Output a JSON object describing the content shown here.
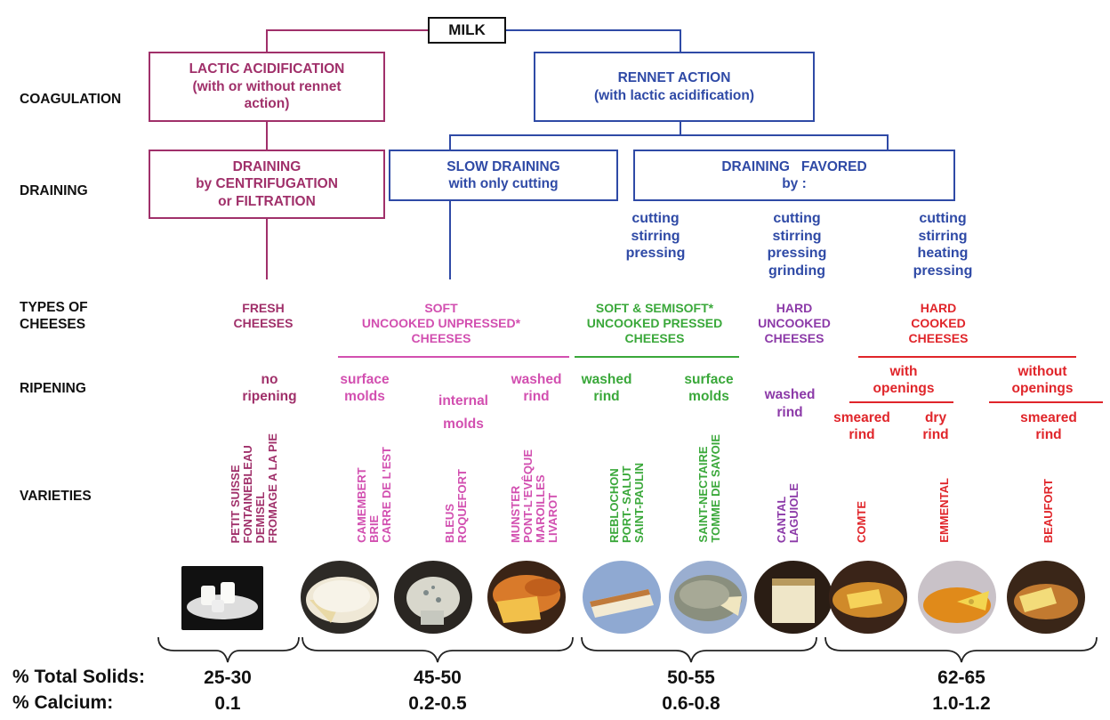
{
  "root": "MILK",
  "row_labels": {
    "coagulation": "COAGULATION",
    "draining": "DRAINING",
    "types": [
      "TYPES OF",
      "CHEESES"
    ],
    "ripening": "RIPENING",
    "varieties": "VARIETIES"
  },
  "coagulation": {
    "lactic": [
      "LACTIC ACIDIFICATION",
      "(with or without rennet",
      "action)"
    ],
    "rennet": [
      "RENNET ACTION",
      "(with lactic acidification)"
    ]
  },
  "draining": {
    "centrifugation": [
      "DRAINING",
      "by CENTRIFUGATION",
      "or FILTRATION"
    ],
    "slow": [
      "SLOW DRAINING",
      "with only cutting"
    ],
    "favored": [
      "DRAINING   FAVORED",
      "by :"
    ],
    "methods": [
      [
        "cutting",
        "stirring",
        "pressing"
      ],
      [
        "cutting",
        "stirring",
        "pressing",
        "grinding"
      ],
      [
        "cutting",
        "stirring",
        "heating",
        "pressing"
      ]
    ]
  },
  "types": {
    "fresh": [
      "FRESH",
      "CHEESES"
    ],
    "soft": [
      "SOFT",
      "UNCOOKED UNPRESSED*",
      "CHEESES"
    ],
    "semisoft": [
      "SOFT & SEMISOFT*",
      "UNCOOKED PRESSED",
      "CHEESES"
    ],
    "hard_uncooked": [
      "HARD",
      "UNCOOKED",
      "CHEESES"
    ],
    "hard_cooked": [
      "HARD",
      "COOKED",
      "CHEESES"
    ]
  },
  "ripening": {
    "no_ripening": [
      "no",
      "ripening"
    ],
    "surface_molds_soft": [
      "surface",
      "molds"
    ],
    "internal_molds": [
      "internal",
      "molds"
    ],
    "washed_rind_soft": [
      "washed",
      "rind"
    ],
    "washed_rind_pressed": [
      "washed",
      "rind"
    ],
    "surface_molds_pressed": [
      "surface",
      "molds"
    ],
    "washed_rind_hard": [
      "washed",
      "rind"
    ],
    "with_openings": [
      "with",
      "openings"
    ],
    "without_openings": [
      "without",
      "openings"
    ],
    "smeared_rind_1": [
      "smeared",
      "rind"
    ],
    "dry_rind": [
      "dry",
      "rind"
    ],
    "smeared_rind_2": [
      "smeared",
      "rind"
    ]
  },
  "varieties": {
    "fresh": [
      "PETIT SUISSE",
      "FONTAINEBLEAU",
      "DEMISEL",
      "FROMAGE A LA PIE"
    ],
    "surface_molds": [
      "CAMEMBERT",
      "BRIE",
      "CARRE DE L'EST"
    ],
    "internal_molds": [
      "BLEUS",
      "ROQUEFORT"
    ],
    "washed_soft": [
      "MUNSTER",
      "PONT-L'EVÊQUE",
      "MAROILLES",
      "LIVAROT"
    ],
    "washed_pressed": [
      "REBLOCHON",
      "PORT-  SALUT",
      "SAINT-PAULIN"
    ],
    "surface_pressed": [
      "SAINT-NECTAIRE",
      "TOMME DE SAVOIE"
    ],
    "hard_uncooked": [
      "CANTAL",
      "LAGUIOLE"
    ],
    "comte": [
      "COMTE"
    ],
    "emmental": [
      "EMMENTAL"
    ],
    "beaufort": [
      "BEAUFORT"
    ]
  },
  "bottom": {
    "solids_label": "% Total Solids:",
    "calcium_label": "% Calcium:",
    "solids": [
      "25-30",
      "45-50",
      "50-55",
      "62-65"
    ],
    "calcium": [
      "0.1",
      "0.2-0.5",
      "0.6-0.8",
      "1.0-1.2"
    ]
  },
  "colors": {
    "lactic_path": "#a0306a",
    "rennet_path": "#2f4aa6",
    "soft": "#d24fb0",
    "pressed": "#3aa83a",
    "hard_uncooked": "#8c3aa8",
    "hard_cooked": "#e0252a"
  },
  "photo_icons": [
    "fresh-cheese-photo",
    "camembert-brie-photo",
    "roquefort-photo",
    "munster-photo",
    "reblochon-photo",
    "saint-nectaire-photo",
    "cantal-photo",
    "comte-photo",
    "emmental-photo",
    "beaufort-photo"
  ]
}
